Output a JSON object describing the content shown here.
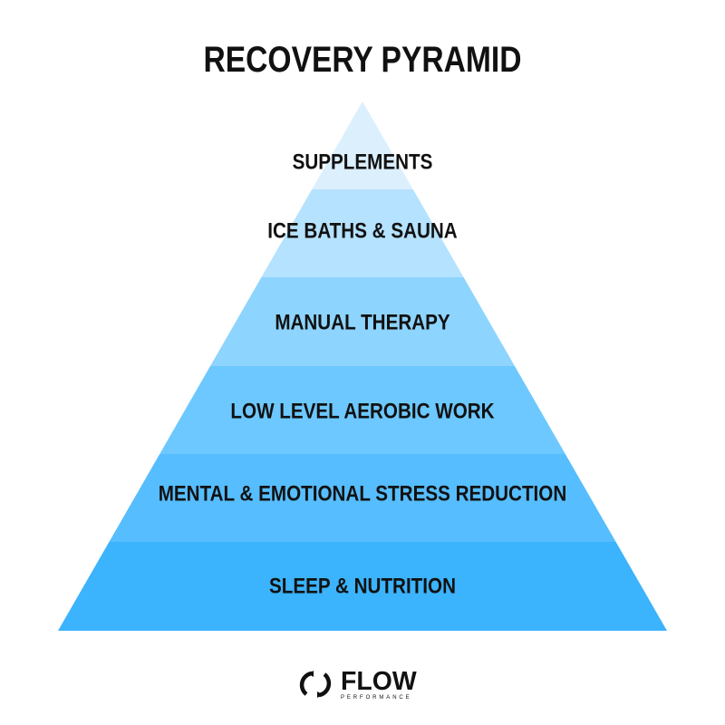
{
  "title": "RECOVERY PYRAMID",
  "tiers": [
    {
      "label": "SUPPLEMENTS",
      "color": "#dbeffd"
    },
    {
      "label": "ICE BATHS & SAUNA",
      "color": "#b5e2fe"
    },
    {
      "label": "MANUAL THERAPY",
      "color": "#8dd4fe"
    },
    {
      "label": "LOW LEVEL AEROBIC WORK",
      "color": "#6cc8fe"
    },
    {
      "label": "MENTAL & EMOTIONAL STRESS REDUCTION",
      "color": "#56bdfe"
    },
    {
      "label": "SLEEP & NUTRITION",
      "color": "#3bb3fd"
    }
  ],
  "logo": {
    "word": "FLOW",
    "sub": "PERFORMANCE",
    "icon": "flow-circle-logo-icon"
  }
}
